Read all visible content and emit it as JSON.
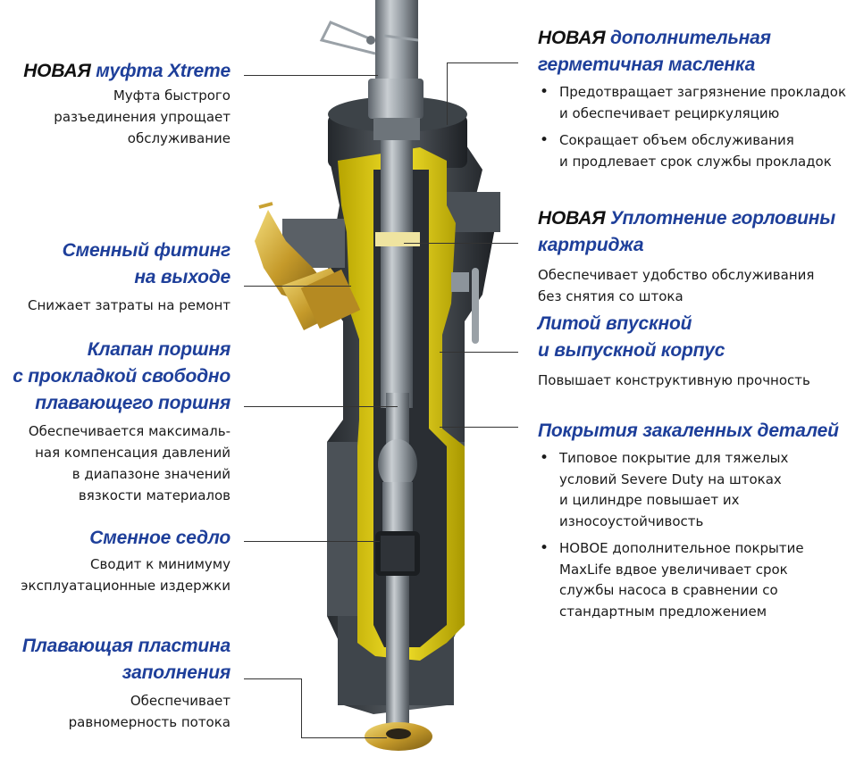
{
  "colors": {
    "title_blue": "#1e3f9a",
    "body_yellow": "#e7d51a",
    "steel": "#8c949b",
    "dark_steel": "#3a3f45",
    "brass": "#c9a233"
  },
  "left": [
    {
      "lead": "НОВАЯ",
      "title": "муфта Xtreme",
      "desc": [
        "Муфта быстрого",
        "разъединения упрощает",
        "обслуживание"
      ]
    },
    {
      "lead": "",
      "title_lines": [
        "Сменный фитинг",
        "на выходе"
      ],
      "desc": [
        "Снижает затраты на ремонт"
      ]
    },
    {
      "lead": "",
      "title_lines": [
        "Клапан поршня",
        "с прокладкой свободно",
        "плавающего поршня"
      ],
      "desc": [
        "Обеспечивается максималь-",
        "ная компенсация давлений",
        "в диапазоне значений",
        "вязкости материалов"
      ]
    },
    {
      "lead": "",
      "title_lines": [
        "Сменное седло"
      ],
      "desc": [
        "Сводит к минимуму",
        "эксплуатационные издержки"
      ]
    },
    {
      "lead": "",
      "title_lines": [
        "Плавающая пластина",
        "заполнения"
      ],
      "desc": [
        "Обеспечивает",
        "равномерность потока"
      ]
    }
  ],
  "right": [
    {
      "lead": "НОВАЯ",
      "title_lines": [
        "дополнительная",
        "герметичная масленка"
      ],
      "bullets": [
        [
          "Предотвращает загрязнение прокладок",
          "и обеспечивает рециркуляцию"
        ],
        [
          "Сокращает объем обслуживания",
          "и продлевает срок службы прокладок"
        ]
      ]
    },
    {
      "lead": "НОВАЯ",
      "title_lines": [
        "Уплотнение горловины",
        "картриджа"
      ],
      "desc": [
        "Обеспечивает удобство обслуживания",
        "без снятия со штока"
      ]
    },
    {
      "lead": "",
      "title_lines": [
        "Литой впускной",
        "и выпускной корпус"
      ],
      "desc": [
        "Повышает конструктивную прочность"
      ]
    },
    {
      "lead": "",
      "title_lines": [
        "Покрытия закаленных деталей"
      ],
      "bullets": [
        [
          "Типовое покрытие для тяжелых",
          "условий Severe Duty на штоках",
          "и цилиндре повышает их",
          "износоустойчивость"
        ],
        [
          "НОВОЕ дополнительное покрытие",
          "MaxLife вдвое увеличивает срок",
          "службы насоса в сравнении со",
          "стандартным предложением"
        ]
      ]
    }
  ]
}
